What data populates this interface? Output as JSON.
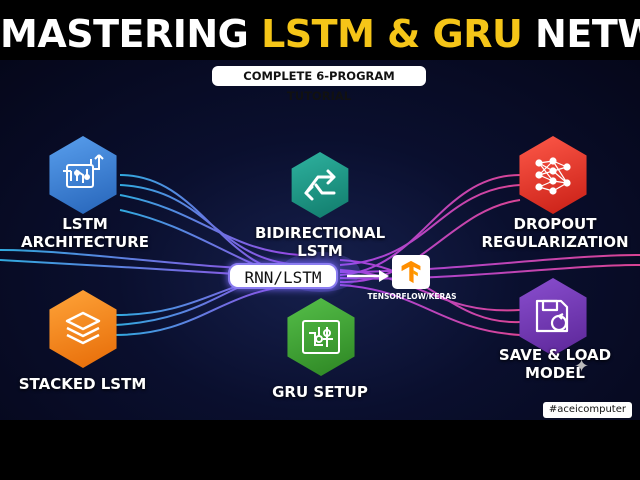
{
  "title": {
    "prefix": "MASTERING ",
    "highlight": "LSTM & GRU",
    "suffix": " NETWORKS"
  },
  "subtitle": "COMPLETE 6-PROGRAM TUTORIAL",
  "topics": {
    "lstm_architecture": {
      "line1": "LSTM",
      "line2": "ARCHITECTURE",
      "icon": "lstm-cell-icon",
      "color": "#3f82d6"
    },
    "bidirectional": {
      "line1": "BIDIRECTIONAL",
      "line2": "LSTM",
      "icon": "bidirectional-arrows-icon",
      "color": "#1f9a88"
    },
    "dropout": {
      "line1": "DROPOUT",
      "line2": "REGULARIZATION",
      "icon": "neural-network-icon",
      "color": "#e63a2e"
    },
    "stacked": {
      "line1": "STACKED LSTM",
      "icon": "stacked-layers-icon",
      "color": "#f28a1e"
    },
    "gru": {
      "line1": "GRU SETUP",
      "icon": "gru-circuit-icon",
      "color": "#44a83a"
    },
    "save_load": {
      "line1": "SAVE & LOAD",
      "line2": "MODEL",
      "icon": "save-reload-icon",
      "color": "#7139b8"
    }
  },
  "center": {
    "pill": "RNN/LSTM",
    "framework": "TENSORFLOW/KERAS"
  },
  "hashtag": "#aceicomputer"
}
